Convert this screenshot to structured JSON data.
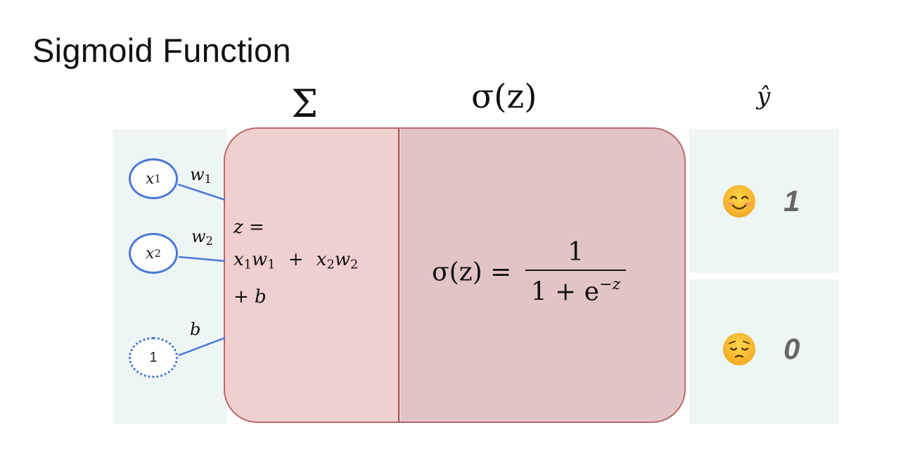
{
  "title": "Sigmoid Function",
  "headers": {
    "sum": "Σ",
    "activation": "σ(z)",
    "output": "ŷ"
  },
  "inputs": [
    {
      "var": "x",
      "sub": "1",
      "weight": "w",
      "weight_sub": "1"
    },
    {
      "var": "x",
      "sub": "2",
      "weight": "w",
      "weight_sub": "2"
    },
    {
      "value": "1",
      "weight": "b"
    }
  ],
  "sum_formula": {
    "line1": "z =",
    "x1": "x",
    "x1_sub": "1",
    "w1": "w",
    "w1_sub": "1",
    "plus": "+",
    "x2": "x",
    "x2_sub": "2",
    "w2": "w",
    "w2_sub": "2",
    "line3": "+ b"
  },
  "sigmoid_formula": {
    "lhs": "σ(z) =",
    "numerator": "1",
    "denominator": "1 + e",
    "exponent": "−z"
  },
  "outputs": [
    {
      "icon": "smiling-face-icon",
      "value": "1"
    },
    {
      "icon": "pensive-face-icon",
      "value": "0"
    }
  ],
  "colors": {
    "node_border": "#4a78d4",
    "sum_region": "#f0cfcf",
    "activation_region": "#e3c4c4",
    "box_border": "#b86a6a",
    "panel": "#eef5f5"
  }
}
